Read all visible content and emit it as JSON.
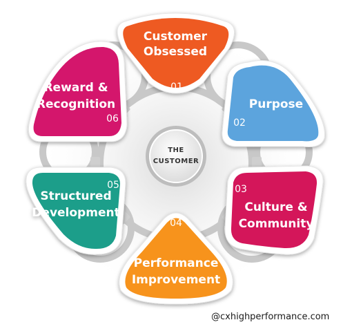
{
  "center": {
    "line1": "THE",
    "line2": "CUSTOMER"
  },
  "petals": [
    {
      "number": "01",
      "line1": "Customer",
      "line2": "Obsessed",
      "color": "#ee5a24"
    },
    {
      "number": "02",
      "line1": "Purpose",
      "line2": "",
      "color": "#5ba4dd"
    },
    {
      "number": "03",
      "line1": "Culture &",
      "line2": "Community",
      "color": "#d4145a"
    },
    {
      "number": "04",
      "line1": "Performance",
      "line2": "Improvement",
      "color": "#f7931e"
    },
    {
      "number": "05",
      "line1": "Structured",
      "line2": "Development",
      "color": "#1b9e8a"
    },
    {
      "number": "06",
      "line1": "Reward &",
      "line2": "Recognition",
      "color": "#d4186c"
    }
  ],
  "credit": "@cxhighperformance.com"
}
